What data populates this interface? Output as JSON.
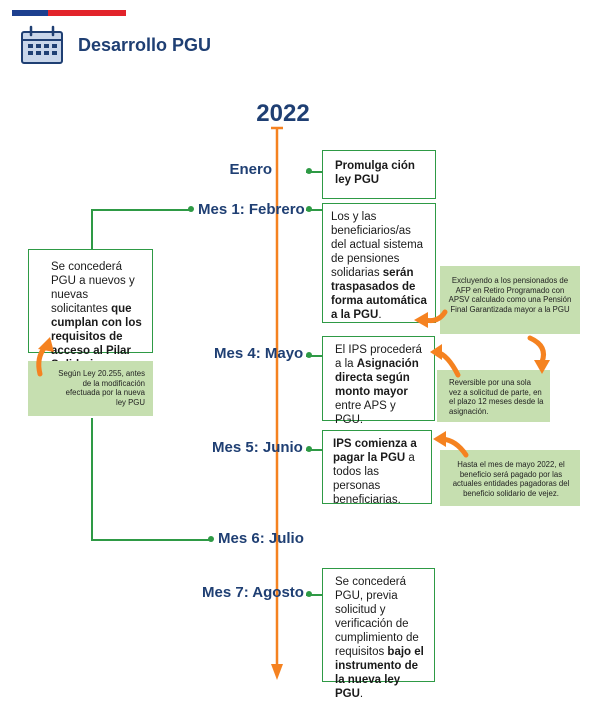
{
  "header": {
    "title": "Desarrollo PGU"
  },
  "timeline": {
    "year": "2022",
    "months": {
      "enero": "Enero",
      "feb": "Mes 1: Febrero",
      "may": "Mes 4: Mayo",
      "jun": "Mes 5: Junio",
      "jul": "Mes 6: Julio",
      "ago": "Mes 7: Agosto"
    }
  },
  "boxes": {
    "enero": {
      "b1": "Promulga ción ley PGU"
    },
    "feb": {
      "t1": "Los y las beneficiarios/as del actual sistema de pensiones solidarias ",
      "b1": "serán traspasados de forma automática a la PGU",
      "t2": "."
    },
    "left": {
      "t1": "Se concederá PGU a nuevos y nuevas solicitantes ",
      "b1": "que cumplan con los requisitos de acceso al Pilar Solidario",
      "t2": "."
    },
    "may": {
      "t1": "El IPS procederá a la ",
      "b1": "Asignación directa según monto mayor",
      "t2": " entre APS y PGU."
    },
    "jun": {
      "b1": "IPS comienza a pagar la PGU",
      "t1": " a todos las personas beneficiarias."
    },
    "ago": {
      "t1": "Se concederá PGU, previa solicitud y verificación de cumplimiento de requisitos ",
      "b1": "bajo el instrumento de la nueva ley PGU",
      "t2": "."
    }
  },
  "notes": {
    "left": "Según Ley 20.255, antes de la modificación efectuada por la nueva ley PGU",
    "feb": "Excluyendo a los pensionados de AFP en Retiro Programado con APSV calculado como una Pensión Final Garantizada mayor a la PGU",
    "may": "Reversible por una sola vez a solicitud de parte, en el plazo 12 meses desde la asignación.",
    "jun": "Hasta el mes de mayo 2022, el beneficio será pagado por las actuales entidades pagadoras del beneficio solidario de vejez."
  },
  "colors": {
    "navy": "#1f3f73",
    "orange": "#f58220",
    "green": "#2e9a45",
    "note_bg": "#c6dfb0",
    "flag_blue": "#1d3f8f",
    "flag_red": "#e2232a"
  },
  "icons": {
    "header": "calendar-icon"
  }
}
